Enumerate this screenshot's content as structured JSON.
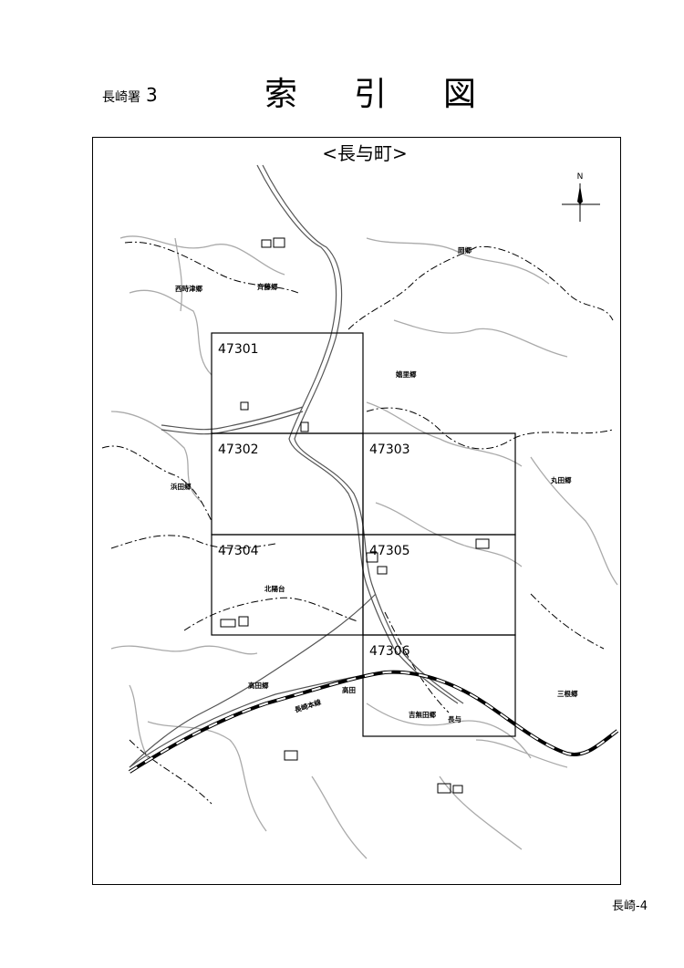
{
  "header": {
    "office_label": "長崎署",
    "office_number": "3",
    "title": "索引図"
  },
  "map": {
    "title": "<長与町>",
    "compass_label": "N",
    "sheets": [
      {
        "id": "47301"
      },
      {
        "id": "47302"
      },
      {
        "id": "47303"
      },
      {
        "id": "47304"
      },
      {
        "id": "47305"
      },
      {
        "id": "47306"
      }
    ],
    "place_labels": [
      {
        "text": "岡郷"
      },
      {
        "text": "西時津郷"
      },
      {
        "text": "斉藤郷"
      },
      {
        "text": "嬉里郷"
      },
      {
        "text": "浜田郷"
      },
      {
        "text": "丸田郷"
      },
      {
        "text": "北陽台"
      },
      {
        "text": "高田郷"
      },
      {
        "text": "高田"
      },
      {
        "text": "長崎本線"
      },
      {
        "text": "吉無田郷"
      },
      {
        "text": "長与"
      },
      {
        "text": "三根郷"
      }
    ]
  },
  "footer": {
    "page_label": "長崎-4"
  }
}
